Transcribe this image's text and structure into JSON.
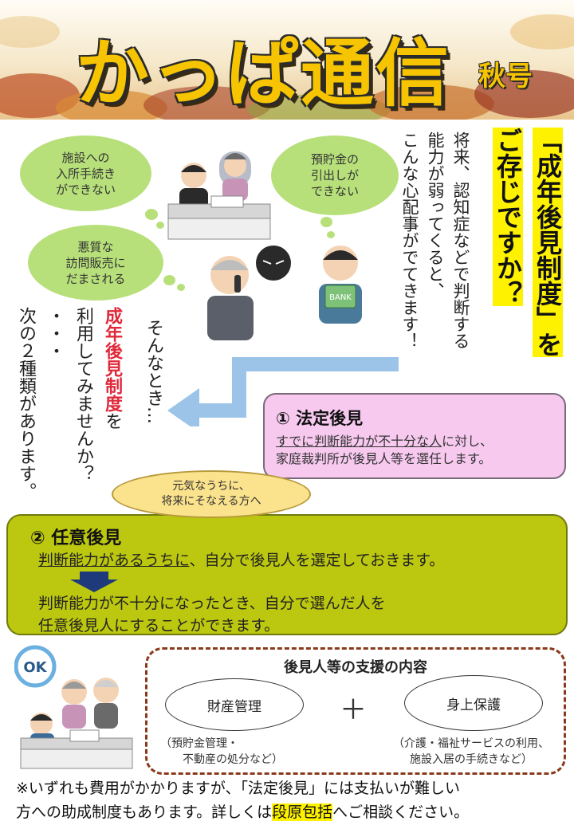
{
  "header": {
    "title": "かっぱ通信",
    "edition": "秋号"
  },
  "heading": {
    "line1": "「成年後見制度」を",
    "line2": "ご存じですか？"
  },
  "worry": {
    "line1": "将来、認知症などで判断する",
    "line2": "能力が弱ってくると、",
    "line3": "こんな心配事がでてきます！"
  },
  "clouds": {
    "c1": "施設への\n入所手続き\nができない",
    "c2": "預貯金の\n引出しが\nできない",
    "c3": "悪質な\n訪問販売に\nだまされる"
  },
  "when": {
    "text": "そんなとき…"
  },
  "suggest": {
    "line1_term": "成年後見制度",
    "line1_suffix": "を",
    "line2": "利用してみませんか？",
    "line3": "・・・",
    "line4": "次の２種類があります。"
  },
  "box1": {
    "title": "① 法定後見",
    "desc_ul": "すでに判断能力が不十分な人",
    "desc_rest": "に対し、",
    "desc2": "家庭裁判所が後見人等を選任します。"
  },
  "bubble": {
    "text": "元気なうちに、\n将来にそなえる方へ"
  },
  "box2": {
    "title": "② 任意後見",
    "desc1_ul": "判断能力があるうちに",
    "desc1_rest": "、自分で後見人を選定しておきます。",
    "desc2": "判断能力が不十分になったとき、自分で選んだ人を",
    "desc3": "任意後見人にすることができます。"
  },
  "ok_badge": "OK",
  "bank_label": "BANK",
  "support": {
    "title": "後見人等の支援の内容",
    "item1": "財産管理",
    "item1_note": "（預貯金管理・\n　　不動産の処分など）",
    "plus": "＋",
    "item2": "身上保護",
    "item2_note": "（介護・福祉サービスの利用、\n施設入居の手続きなど）"
  },
  "footer": {
    "line1": "※いずれも費用がかかりますが、「法定後見」には支払いが難しい",
    "line2_pre": "方への助成制度もあります。詳しくは",
    "line2_hl": "段原包括",
    "line2_post": "へご相談ください。"
  },
  "colors": {
    "title": "#f6c400",
    "highlight": "#fff200",
    "cloud": "#b7e07a",
    "box1": "#f7c9ef",
    "box2": "#bcc70f",
    "accent_red": "#e0283a",
    "arrow": "#9cc4e8"
  }
}
